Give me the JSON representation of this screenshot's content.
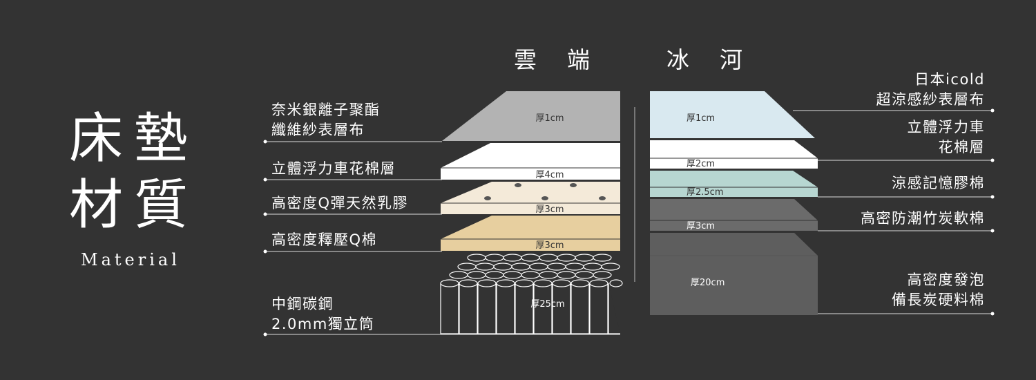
{
  "title": {
    "line1": "床墊",
    "line2": "材質",
    "english": "Material"
  },
  "columns": {
    "left": "雲端",
    "right": "冰河"
  },
  "left_labels": [
    {
      "line1": "奈米銀離子聚酯",
      "line2": "纖維紗表層布"
    },
    {
      "line1": "立體浮力車花棉層"
    },
    {
      "line1": "高密度Q彈天然乳膠"
    },
    {
      "line1": "高密度釋壓Q棉"
    },
    {
      "line1": "中鋼碳鋼",
      "line2": "2.0mm獨立筒"
    }
  ],
  "right_labels": [
    {
      "line1": "日本icold",
      "line2": "超涼感紗表層布"
    },
    {
      "line1": "立體浮力車",
      "line2": "花棉層"
    },
    {
      "line1": "涼感記憶膠棉"
    },
    {
      "line1": "高密防潮竹炭軟棉"
    },
    {
      "line1": "高密度發泡",
      "line2": "備長炭硬料棉"
    }
  ],
  "left_layers": [
    {
      "thickness": "厚1cm",
      "color": "#b3b3b3"
    },
    {
      "thickness": "厚4cm",
      "color": "#ffffff"
    },
    {
      "thickness": "厚3cm",
      "color": "#f4ead9"
    },
    {
      "thickness": "厚3cm",
      "color": "#e7cf9f"
    },
    {
      "thickness": "厚25cm",
      "color": "#333333"
    }
  ],
  "right_layers": [
    {
      "thickness": "厚1cm",
      "color": "#d9e9f0"
    },
    {
      "thickness": "厚2cm",
      "color": "#ffffff"
    },
    {
      "thickness": "厚2.5cm",
      "color": "#b7d6d1"
    },
    {
      "thickness": "厚3cm",
      "color": "#6b6b6b"
    },
    {
      "thickness": "厚20cm",
      "color": "#5e5e5e"
    }
  ]
}
